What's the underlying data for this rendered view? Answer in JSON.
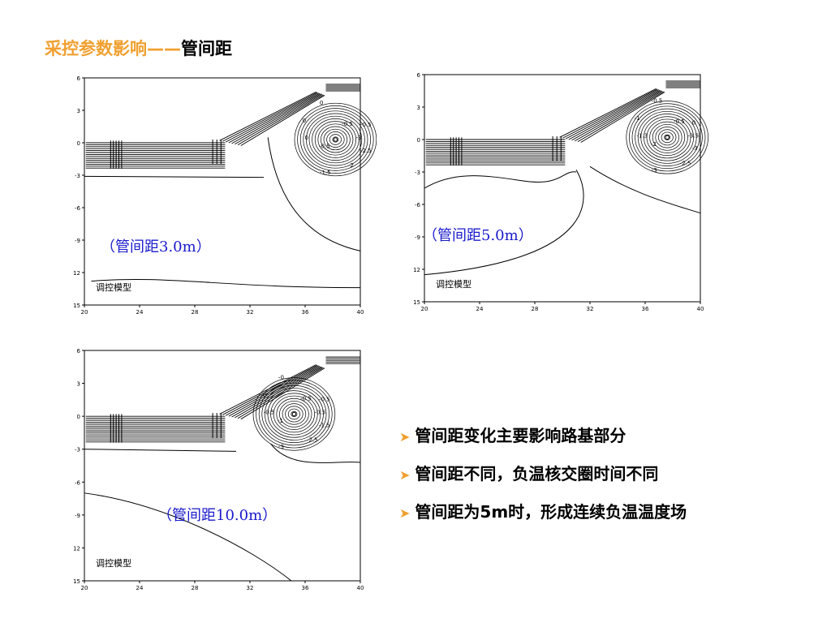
{
  "title": {
    "prefix": "采控参数影响——",
    "suffix": "管间距"
  },
  "colors": {
    "accent": "#f0a030",
    "caption": "#1a1acc",
    "contour": "#000000"
  },
  "chart_data": [
    {
      "type": "contour",
      "caption": "（管间距3.0m）",
      "model_label": "调控模型",
      "x_ticks": [
        20,
        24,
        28,
        32,
        36,
        40
      ],
      "y_ticks": [
        6,
        3,
        0,
        -3,
        -6,
        -9,
        12,
        15
      ],
      "xlim": [
        20,
        40
      ],
      "ylim": [
        -15,
        6
      ],
      "pipe_center": [
        38.2,
        0.3
      ],
      "contour_labels": [
        "-3",
        "-2.5",
        "-2",
        "-1.5",
        "-0.5",
        "0",
        "0",
        "0",
        "-0.5",
        "-0.5"
      ]
    },
    {
      "type": "contour",
      "caption": "（管间距5.0m）",
      "model_label": "调控模型",
      "x_ticks": [
        20,
        24,
        28,
        32,
        36,
        40
      ],
      "y_ticks": [
        6,
        3,
        0,
        -3,
        -6,
        -9,
        12,
        15
      ],
      "xlim": [
        20,
        40
      ],
      "ylim": [
        -15,
        6
      ],
      "pipe_center": [
        37.6,
        0.2
      ],
      "contour_labels": [
        "-3.5",
        "-3",
        "-2.5",
        "-3",
        "-2",
        "-1.3",
        "-1",
        "-0.5",
        "-0.5",
        "0"
      ]
    },
    {
      "type": "contour",
      "caption": "（管间距10.0m）",
      "model_label": "调控模型",
      "x_ticks": [
        20,
        24,
        28,
        32,
        36,
        40
      ],
      "y_ticks": [
        6,
        3,
        0,
        -3,
        -6,
        -9,
        12,
        15
      ],
      "xlim": [
        20,
        40
      ],
      "ylim": [
        -15,
        6
      ],
      "pipe_center": [
        35.2,
        0.2
      ],
      "contour_labels": [
        "-0.5",
        "-1.5",
        "-2.5",
        "-3",
        "-1",
        "-0.5",
        "-0",
        "-0",
        "-0.5",
        "-0.5"
      ]
    }
  ],
  "bullets": [
    "管间距变化主要影响路基部分",
    "管间距不同，负温核交圈时间不同",
    "管间距为5m时，形成连续负温温度场"
  ]
}
